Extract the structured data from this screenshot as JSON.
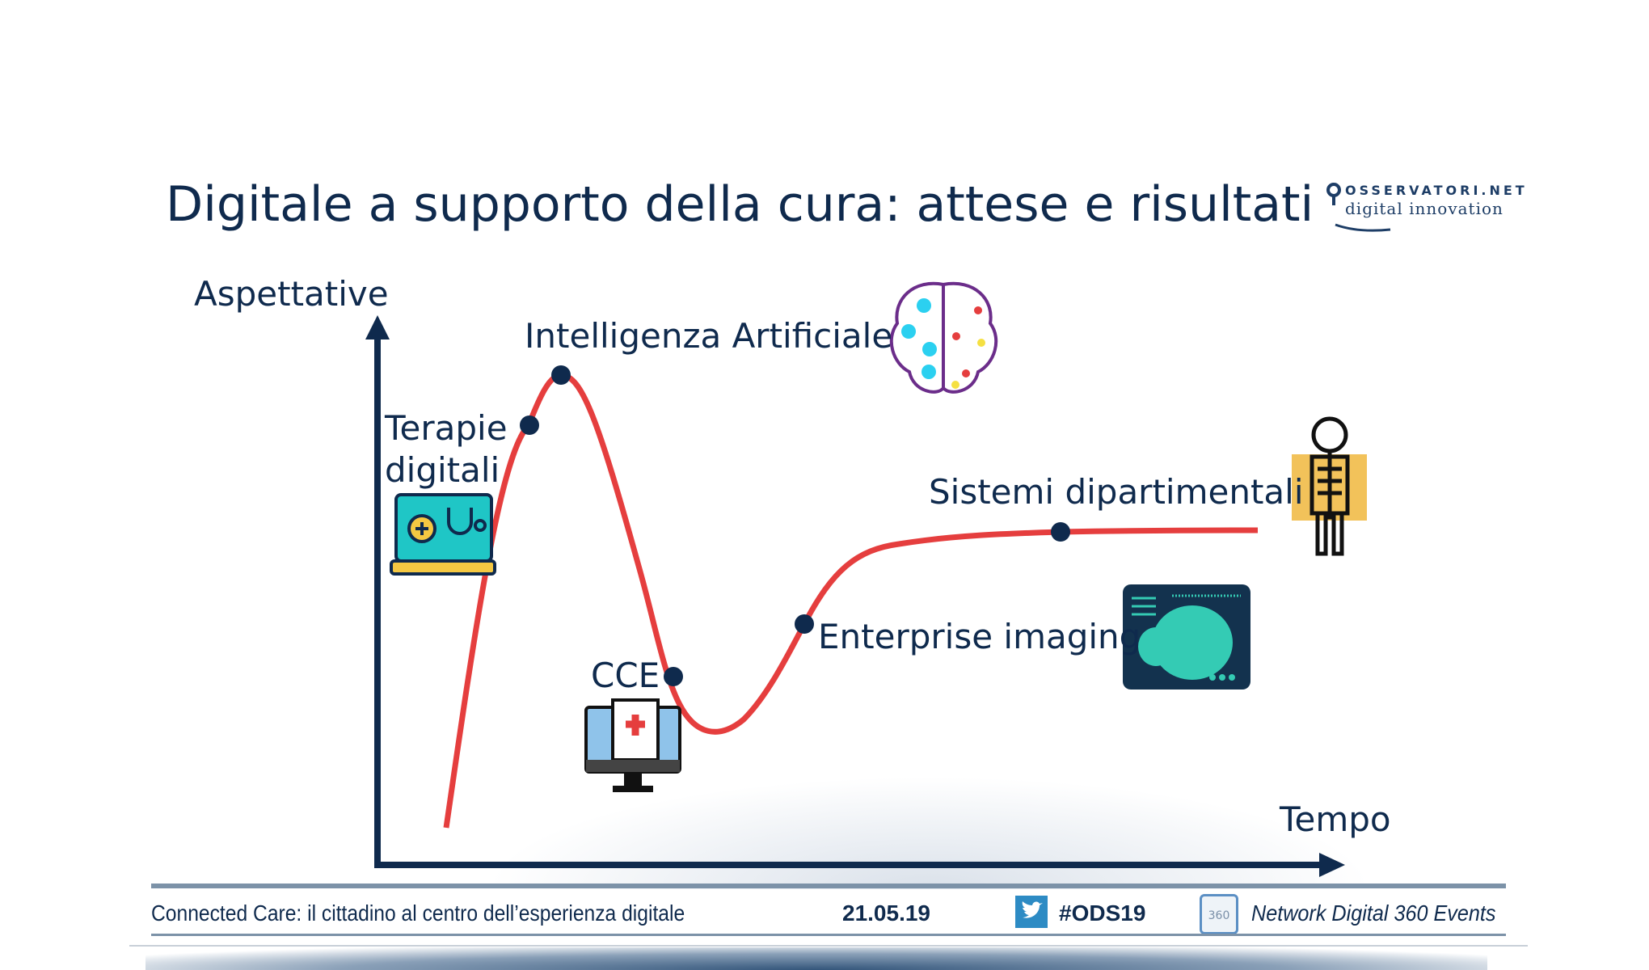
{
  "slide": {
    "title": "Digitale a supporto della cura: attese e risultati",
    "logo": {
      "line1": "OSSERVATORI.NET",
      "line2": "digital innovation"
    },
    "axes": {
      "y_label": "Aspettative",
      "x_label": "Tempo"
    },
    "points": [
      {
        "label": "Terapie",
        "label2": "digitali",
        "icon": "laptop-stethoscope-icon"
      },
      {
        "label": "Intelligenza Artificiale",
        "icon": "brain-circuit-icon"
      },
      {
        "label": "CCE",
        "icon": "medical-record-monitor-icon"
      },
      {
        "label": "Enterprise imaging",
        "icon": "ultrasound-screen-icon"
      },
      {
        "label": "Sistemi dipartimentali",
        "icon": "xray-skeleton-icon"
      }
    ],
    "colors": {
      "curve": "#e53e3e",
      "axis": "#0f2a4d",
      "text": "#0f2a4d"
    }
  },
  "footer": {
    "event": "Connected Care: il cittadino al centro dell’esperienza digitale",
    "date": "21.05.19",
    "hashtag": "#ODS19",
    "network": "Network Digital 360 Events"
  }
}
